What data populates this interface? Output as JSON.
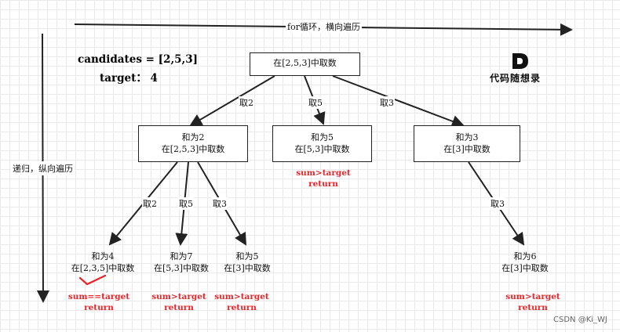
{
  "axis": {
    "horizontal_label": "for循环，横向遍历",
    "vertical_label": "递归，纵向遍历"
  },
  "params": {
    "candidates": "candidates = [2,5,3]",
    "target": "target：  4"
  },
  "logo": {
    "text": "代码随想录"
  },
  "root": {
    "label": "在[2,5,3]中取数"
  },
  "edges": {
    "root_2": "取2",
    "root_5": "取5",
    "root_3": "取3",
    "n2_2": "取2",
    "n2_5": "取5",
    "n2_3": "取3",
    "n3_3": "取3"
  },
  "level1": {
    "sum2": {
      "line1": "和为2",
      "line2": "在[2,5,3]中取数"
    },
    "sum5": {
      "line1": "和为5",
      "line2": "在[5,3]中取数",
      "status1": "sum>target",
      "status2": "return"
    },
    "sum3": {
      "line1": "和为3",
      "line2": "在[3]中取数"
    }
  },
  "level2": {
    "sum4": {
      "line1": "和为4",
      "line2": "在[2,3,5]中取数",
      "status1": "sum==target",
      "status2": "return"
    },
    "sum7": {
      "line1": "和为7",
      "line2": "在[5,3]中取数",
      "status1": "sum>target",
      "status2": "return"
    },
    "sum5b": {
      "line1": "和为5",
      "line2": "在[3]中取数",
      "status1": "sum>target",
      "status2": "return"
    },
    "sum6": {
      "line1": "和为6",
      "line2": "在[3]中取数",
      "status1": "sum>target",
      "status2": "return"
    }
  },
  "watermark": "CSDN @Ki_WJ",
  "colors": {
    "accent": "#e8262a",
    "line": "#222222",
    "grid": "#eaeaea"
  }
}
